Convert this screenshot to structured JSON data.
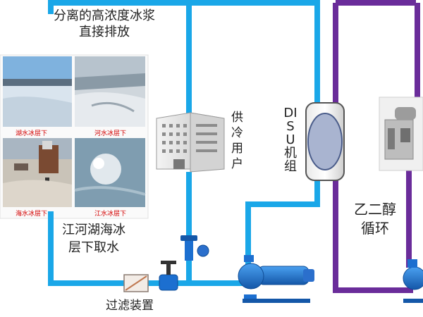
{
  "labels": {
    "direct_discharge": "分离的高浓度冰浆\n直接排放",
    "cooling_users": "供\n冷\n用\n户",
    "disu_unit": "DISU机组",
    "glycol_loop": "乙二醇\n循环",
    "water_intake": "江河湖海冰\n层下取水",
    "filter_device": "过滤装置"
  },
  "photos": {
    "lake": "湖水冰层下",
    "river": "河水冰层下",
    "sea": "海水冰层下",
    "jiang": "江水冰层下"
  },
  "colors": {
    "water_pipe": "#1aa7e8",
    "glycol_pipe": "#6a2c9a",
    "pump": "#1c6fd0",
    "caption_red": "#d40000"
  },
  "icons": [
    "building-icon",
    "disu-unit-icon",
    "pump-icon",
    "valve-icon",
    "filter-icon",
    "chiller-machine-icon"
  ]
}
